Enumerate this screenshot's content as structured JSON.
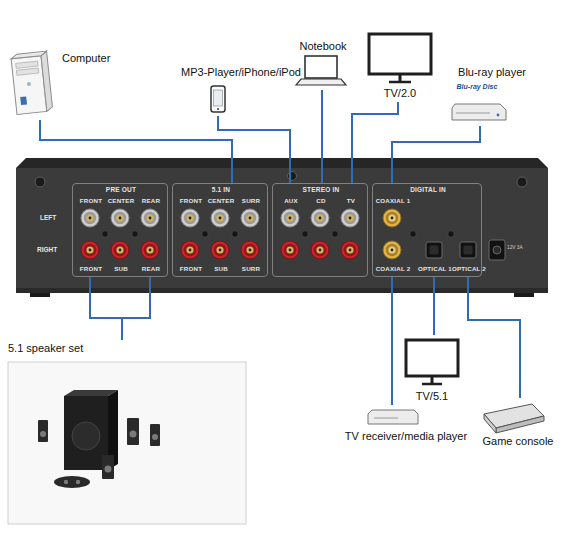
{
  "diagram": {
    "nodes": [
      {
        "text": [
          "Computer"
        ]
      },
      {
        "text": [
          "MP3-Player/iPhone/iPod"
        ]
      },
      {
        "text": [
          "Notebook"
        ]
      },
      {
        "text": [
          "TV/2.0"
        ]
      },
      {
        "text": [
          "Blu-ray player"
        ]
      },
      {
        "text": [
          "PRE OUT",
          "FRONT",
          "CENTER",
          "REAR",
          "FRONT",
          "SUB",
          "REAR"
        ]
      },
      {
        "text": [
          "5.1 IN",
          "FRONT",
          "CENTER",
          "SURR",
          "FRONT",
          "SUB",
          "SURR"
        ]
      },
      {
        "text": [
          "STEREO IN",
          "AUX",
          "CD",
          "TV"
        ]
      },
      {
        "text": [
          "DIGITAL IN",
          "COAXIAL 1",
          "COAXIAL 2",
          "OPTICAL 1",
          "OPTICAL 2"
        ]
      },
      {
        "text": [
          "5.1 speaker set"
        ]
      },
      {
        "text": [
          "TV/5.1"
        ]
      },
      {
        "text": [
          "TV receiver/media player"
        ]
      },
      {
        "text": [
          "Game console"
        ]
      }
    ],
    "edges": [
      {
        "from": 0,
        "to": 6,
        "arrow": "none"
      },
      {
        "from": 1,
        "to": 7,
        "arrow": "none"
      },
      {
        "from": 2,
        "to": 7,
        "arrow": "none"
      },
      {
        "from": 3,
        "to": 7,
        "arrow": "none"
      },
      {
        "from": 4,
        "to": 8,
        "arrow": "none"
      },
      {
        "from": 5,
        "to": 9,
        "arrow": "none"
      },
      {
        "from": 10,
        "to": 8,
        "arrow": "none"
      },
      {
        "from": 11,
        "to": 8,
        "arrow": "none"
      },
      {
        "from": 12,
        "to": 8,
        "arrow": "none"
      }
    ],
    "labels": [
      "Blu-ray Disc",
      "LEFT",
      "RIGHT",
      "12V 3A"
    ]
  }
}
